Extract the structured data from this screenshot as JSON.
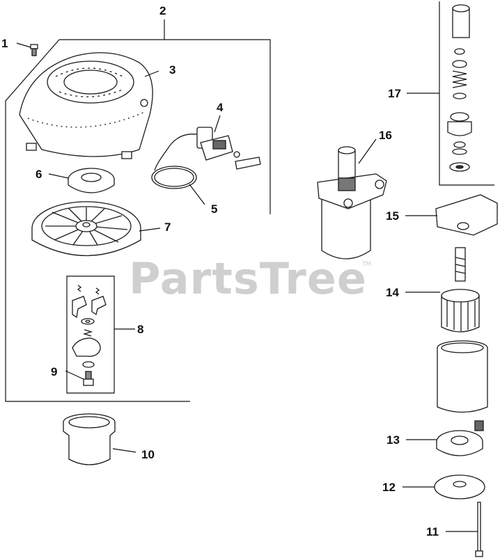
{
  "watermark": {
    "text": "PartsTree",
    "tm": "TM"
  },
  "callouts": [
    {
      "id": "c1",
      "label": "1"
    },
    {
      "id": "c2",
      "label": "2"
    },
    {
      "id": "c3",
      "label": "3"
    },
    {
      "id": "c4",
      "label": "4"
    },
    {
      "id": "c5",
      "label": "5"
    },
    {
      "id": "c6",
      "label": "6"
    },
    {
      "id": "c7",
      "label": "7"
    },
    {
      "id": "c8",
      "label": "8"
    },
    {
      "id": "c9",
      "label": "9"
    },
    {
      "id": "c10",
      "label": "10"
    },
    {
      "id": "c11",
      "label": "11"
    },
    {
      "id": "c12",
      "label": "12"
    },
    {
      "id": "c13",
      "label": "13"
    },
    {
      "id": "c14",
      "label": "14"
    },
    {
      "id": "c15",
      "label": "15"
    },
    {
      "id": "c16",
      "label": "16"
    },
    {
      "id": "c17",
      "label": "17"
    }
  ],
  "colors": {
    "line": "#111111",
    "part_fill": "#ffffff",
    "shade": "#555555",
    "watermark": "#cfcfcf"
  }
}
